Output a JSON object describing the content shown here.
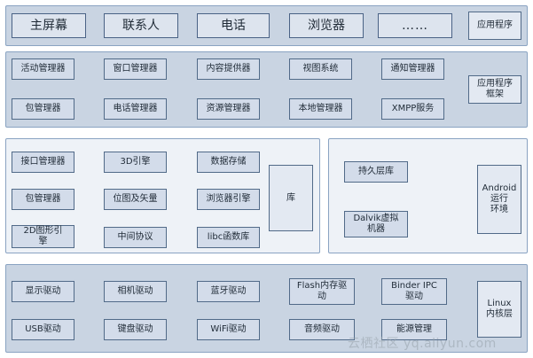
{
  "applications": {
    "items": [
      "主屏幕",
      "联系人",
      "电话",
      "浏览器",
      "……"
    ],
    "label": "应用程序"
  },
  "framework": {
    "items": [
      "活动管理器",
      "窗口管理器",
      "内容提供器",
      "视图系统",
      "通知管理器",
      "包管理器",
      "电话管理器",
      "资源管理器",
      "本地管理器",
      "XMPP服务"
    ],
    "label": "应用程序\n框架"
  },
  "libraries": {
    "items": [
      "接口管理器",
      "3D引擎",
      "数据存储",
      "包管理器",
      "位图及矢量",
      "浏览器引擎",
      "2D图形引\n擎",
      "中间协议",
      "libc函数库"
    ],
    "label": "库"
  },
  "runtime": {
    "items": [
      "持久层库",
      "Dalvik虚拟\n机器"
    ],
    "label": "Android\n运行\n环境"
  },
  "kernel": {
    "items": [
      "显示驱动",
      "相机驱动",
      "蓝牙驱动",
      "Flash内存驱\n动",
      "Binder IPC\n驱动",
      "USB驱动",
      "键盘驱动",
      "WiFi驱动",
      "音频驱动",
      "能源管理"
    ],
    "label": "Linux\n内核层"
  },
  "watermark": "云栖社区 yq.aliyun.com",
  "colors": {
    "layer_fill": "#c9d4e2",
    "light_layer_fill": "#eef2f7",
    "box_fill": "#d3dcea",
    "box_border": "#516a88"
  }
}
